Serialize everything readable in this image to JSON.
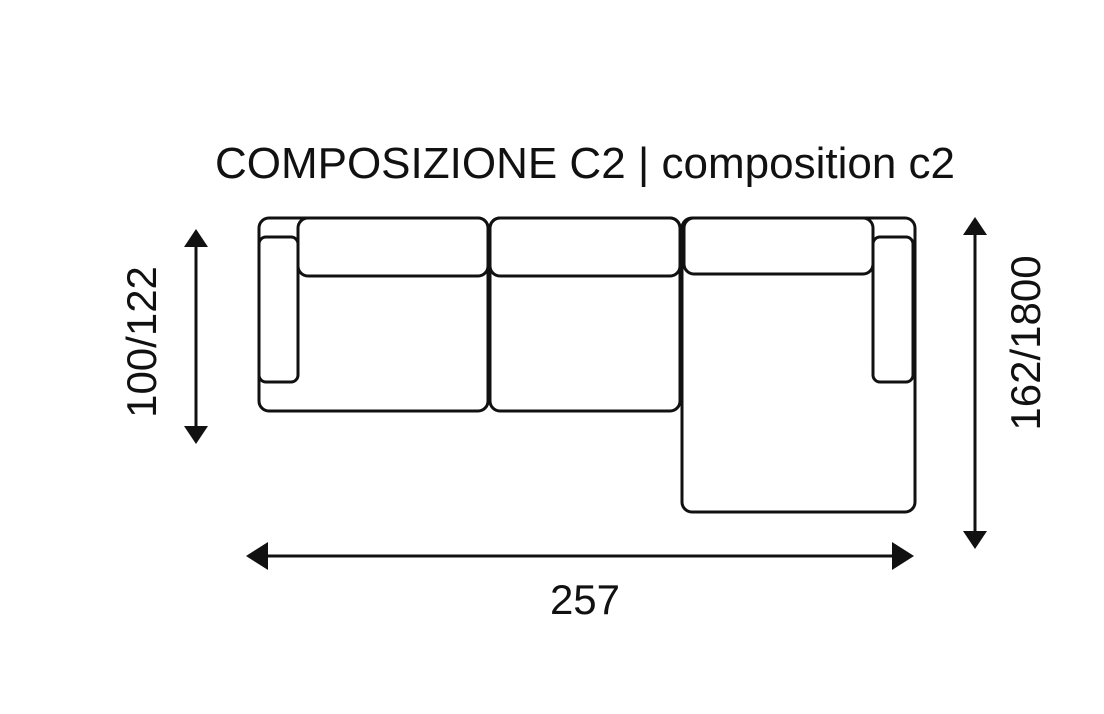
{
  "title": "COMPOSIZIONE C2 | composition c2",
  "dimensions": {
    "depth_left": "100/122",
    "depth_right": "162/1800",
    "width": "257"
  },
  "colors": {
    "line": "#111111",
    "background": "#ffffff"
  }
}
